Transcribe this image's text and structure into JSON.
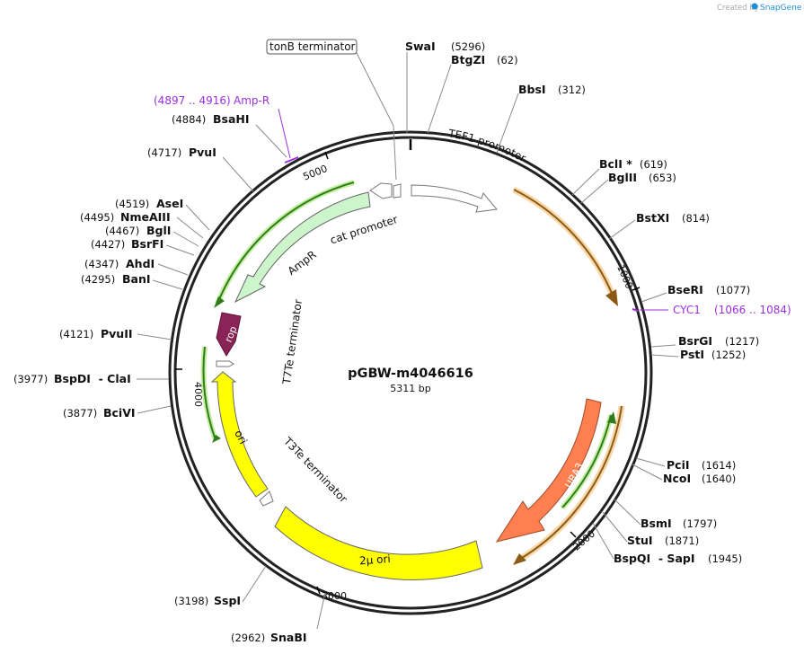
{
  "credit": {
    "created_by": "Created by",
    "brand": "SnapGene"
  },
  "plasmid": {
    "name": "pGBW-m4046616",
    "length": "5311 bp"
  },
  "ticks": [
    "1000",
    "2000",
    "3000",
    "4000",
    "5000"
  ],
  "features": {
    "tef1_promoter": "TEF1 promoter",
    "cat_promoter": "cat promoter",
    "ampr": "AmpR",
    "rop": "rop",
    "t7te_terminator": "T7Te terminator",
    "ori": "ori",
    "t3te_terminator": "T3Te terminator",
    "two_mu_ori": "2μ ori",
    "ura3": "URA3",
    "tonb_terminator": "tonB terminator"
  },
  "primers": [
    {
      "name": "Amp-R",
      "range": "(4897 .. 4916)"
    },
    {
      "name": "CYC1",
      "range": "(1066 .. 1084)"
    }
  ],
  "enzymes": [
    {
      "name": "SwaI",
      "pos": "(5296)"
    },
    {
      "name": "BtgZI",
      "pos": "(62)"
    },
    {
      "name": "BbsI",
      "pos": "(312)"
    },
    {
      "name": "BclI *",
      "pos": "(619)"
    },
    {
      "name": "BglII",
      "pos": "(653)"
    },
    {
      "name": "BstXI",
      "pos": "(814)"
    },
    {
      "name": "BseRI",
      "pos": "(1077)"
    },
    {
      "name": "BsrGI",
      "pos": "(1217)"
    },
    {
      "name": "PstI",
      "pos": "(1252)"
    },
    {
      "name": "PciI",
      "pos": "(1614)"
    },
    {
      "name": "NcoI",
      "pos": "(1640)"
    },
    {
      "name": "BsmI",
      "pos": "(1797)"
    },
    {
      "name": "StuI",
      "pos": "(1871)"
    },
    {
      "name": "BspQI  - SapI",
      "pos": "(1945)"
    },
    {
      "name": "SnaBI",
      "pos": "(2962)"
    },
    {
      "name": "SspI",
      "pos": "(3198)"
    },
    {
      "name": "BciVI",
      "pos": "(3877)"
    },
    {
      "name": "BspDI  - ClaI",
      "pos": "(3977)"
    },
    {
      "name": "PvuII",
      "pos": "(4121)"
    },
    {
      "name": "BanI",
      "pos": "(4295)"
    },
    {
      "name": "AhdI",
      "pos": "(4347)"
    },
    {
      "name": "BsrFI",
      "pos": "(4427)"
    },
    {
      "name": "BglI",
      "pos": "(4467)"
    },
    {
      "name": "NmeAIII",
      "pos": "(4495)"
    },
    {
      "name": "AseI",
      "pos": "(4519)"
    },
    {
      "name": "PvuI",
      "pos": "(4717)"
    },
    {
      "name": "BsaHI",
      "pos": "(4884)"
    }
  ]
}
